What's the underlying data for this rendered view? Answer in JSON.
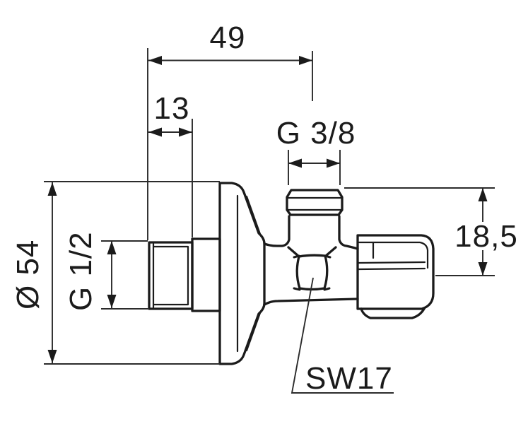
{
  "drawing": {
    "kind": "technical-dimension-drawing",
    "subject": "angle-valve-side-view",
    "colors": {
      "line": "#1b1b1b",
      "dimension_line": "#2b2b2b",
      "background": "#ffffff"
    },
    "dimensions": {
      "length_to_outlet_axis": "49",
      "inlet_thread_length": "13",
      "outlet_thread": "G 3/8",
      "rosette_diameter": "Ø 54",
      "inlet_thread": "G 1/2",
      "outlet_height_offset": "18,5",
      "wrench_size": "SW17"
    }
  }
}
